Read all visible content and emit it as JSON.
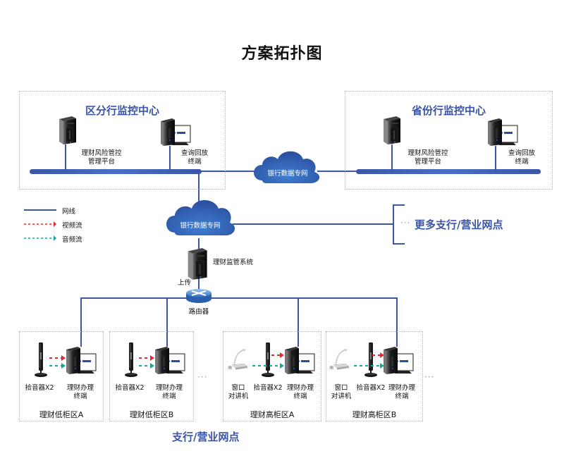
{
  "title": "方案拓扑图",
  "colors": {
    "network_line": "#3b56a6",
    "video_flow": "#e8262e",
    "audio_flow": "#17a69b",
    "accent_text": "#3a55a8",
    "zone_border": "#b5b5b5"
  },
  "legend": [
    {
      "icon": "solid-line-icon",
      "label": "网线"
    },
    {
      "icon": "red-dashed-arrow-icon",
      "label": "视频流"
    },
    {
      "icon": "teal-dashed-arrow-icon",
      "label": "音频流"
    }
  ],
  "district_center": {
    "title": "区分行监控中心",
    "server_label_line1": "理财风险管控",
    "server_label_line2": "管理平台",
    "terminal_label_line1": "查询回放",
    "terminal_label_line2": "终端"
  },
  "province_center": {
    "title": "省份行监控中心",
    "server_label_line1": "理财风险管控",
    "server_label_line2": "管理平台",
    "terminal_label_line1": "查询回放",
    "terminal_label_line2": "终端"
  },
  "clouds": {
    "top": "银行数据专网",
    "middle": "银行数据专网"
  },
  "more_branches": {
    "ellipsis": "···",
    "label": "更多支行/营业网点"
  },
  "supervision": {
    "server_label": "理财监管系统",
    "upload_label": "上传",
    "router_label": "路由器"
  },
  "branch_areas": [
    {
      "name": "理财低柜区A",
      "mic_label": "拾音器X2",
      "terminal_line1": "理财办理",
      "terminal_line2": "终端",
      "has_intercom": false
    },
    {
      "name": "理财低柜区B",
      "mic_label": "拾音器X2",
      "terminal_line1": "理财办理",
      "terminal_line2": "终端",
      "has_intercom": false
    },
    {
      "name": "理财高柜区A",
      "intercom_line1": "窗口",
      "intercom_line2": "对讲机",
      "mic_label": "拾音器X2",
      "terminal_line1": "理财办理",
      "terminal_line2": "终端",
      "has_intercom": true
    },
    {
      "name": "理财高柜区B",
      "intercom_line1": "窗口",
      "intercom_line2": "对讲机",
      "mic_label": "拾音器X2",
      "terminal_line1": "理财办理",
      "terminal_line2": "终端",
      "has_intercom": true
    }
  ],
  "branch_ellipsis": "···",
  "branch_footer": "支行/营业网点"
}
